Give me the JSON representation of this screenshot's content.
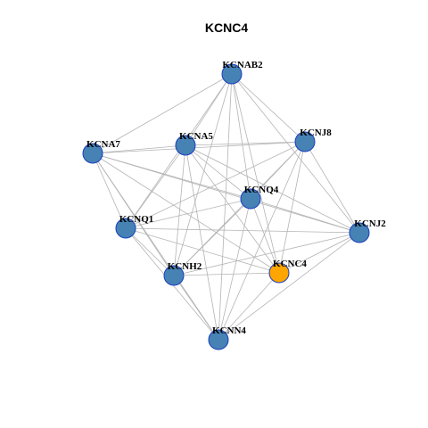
{
  "title": "KCNC4",
  "colors": {
    "node_fill": "#4682b4",
    "node_highlight_fill": "#ffa500",
    "node_stroke": "#1a3fbf",
    "edge": "#b4b4b4"
  },
  "nodes": [
    {
      "id": "KCNAB2",
      "label": "KCNAB2",
      "highlight": false
    },
    {
      "id": "KCNJ8",
      "label": "KCNJ8",
      "highlight": false
    },
    {
      "id": "KCNA7",
      "label": "KCNA7",
      "highlight": false
    },
    {
      "id": "KCNA5",
      "label": "KCNA5",
      "highlight": false
    },
    {
      "id": "KCNQ4",
      "label": "KCNQ4",
      "highlight": false
    },
    {
      "id": "KCNQ1",
      "label": "KCNQ1",
      "highlight": false
    },
    {
      "id": "KCNJ2",
      "label": "KCNJ2",
      "highlight": false
    },
    {
      "id": "KCNH2",
      "label": "KCNH2",
      "highlight": false
    },
    {
      "id": "KCNC4",
      "label": "KCNC4",
      "highlight": true
    },
    {
      "id": "KCNN4",
      "label": "KCNN4",
      "highlight": false
    }
  ],
  "edges": [
    [
      "KCNAB2",
      "KCNA7"
    ],
    [
      "KCNAB2",
      "KCNA5"
    ],
    [
      "KCNAB2",
      "KCNJ8"
    ],
    [
      "KCNAB2",
      "KCNQ4"
    ],
    [
      "KCNAB2",
      "KCNQ1"
    ],
    [
      "KCNAB2",
      "KCNJ2"
    ],
    [
      "KCNAB2",
      "KCNH2"
    ],
    [
      "KCNAB2",
      "KCNC4"
    ],
    [
      "KCNAB2",
      "KCNN4"
    ],
    [
      "KCNJ8",
      "KCNA7"
    ],
    [
      "KCNJ8",
      "KCNA5"
    ],
    [
      "KCNJ8",
      "KCNQ4"
    ],
    [
      "KCNJ8",
      "KCNQ1"
    ],
    [
      "KCNJ8",
      "KCNJ2"
    ],
    [
      "KCNJ8",
      "KCNH2"
    ],
    [
      "KCNJ8",
      "KCNC4"
    ],
    [
      "KCNJ8",
      "KCNN4"
    ],
    [
      "KCNA7",
      "KCNA5"
    ],
    [
      "KCNA7",
      "KCNQ4"
    ],
    [
      "KCNA7",
      "KCNQ1"
    ],
    [
      "KCNA7",
      "KCNJ2"
    ],
    [
      "KCNA7",
      "KCNH2"
    ],
    [
      "KCNA7",
      "KCNC4"
    ],
    [
      "KCNA7",
      "KCNN4"
    ],
    [
      "KCNA5",
      "KCNQ4"
    ],
    [
      "KCNA5",
      "KCNQ1"
    ],
    [
      "KCNA5",
      "KCNJ2"
    ],
    [
      "KCNA5",
      "KCNH2"
    ],
    [
      "KCNA5",
      "KCNC4"
    ],
    [
      "KCNA5",
      "KCNN4"
    ],
    [
      "KCNQ4",
      "KCNQ1"
    ],
    [
      "KCNQ4",
      "KCNJ2"
    ],
    [
      "KCNQ4",
      "KCNH2"
    ],
    [
      "KCNQ4",
      "KCNC4"
    ],
    [
      "KCNQ4",
      "KCNN4"
    ],
    [
      "KCNQ1",
      "KCNJ2"
    ],
    [
      "KCNQ1",
      "KCNH2"
    ],
    [
      "KCNQ1",
      "KCNC4"
    ],
    [
      "KCNQ1",
      "KCNN4"
    ],
    [
      "KCNJ2",
      "KCNH2"
    ],
    [
      "KCNJ2",
      "KCNC4"
    ],
    [
      "KCNJ2",
      "KCNN4"
    ],
    [
      "KCNH2",
      "KCNC4"
    ],
    [
      "KCNH2",
      "KCNN4"
    ],
    [
      "KCNC4",
      "KCNN4"
    ]
  ]
}
